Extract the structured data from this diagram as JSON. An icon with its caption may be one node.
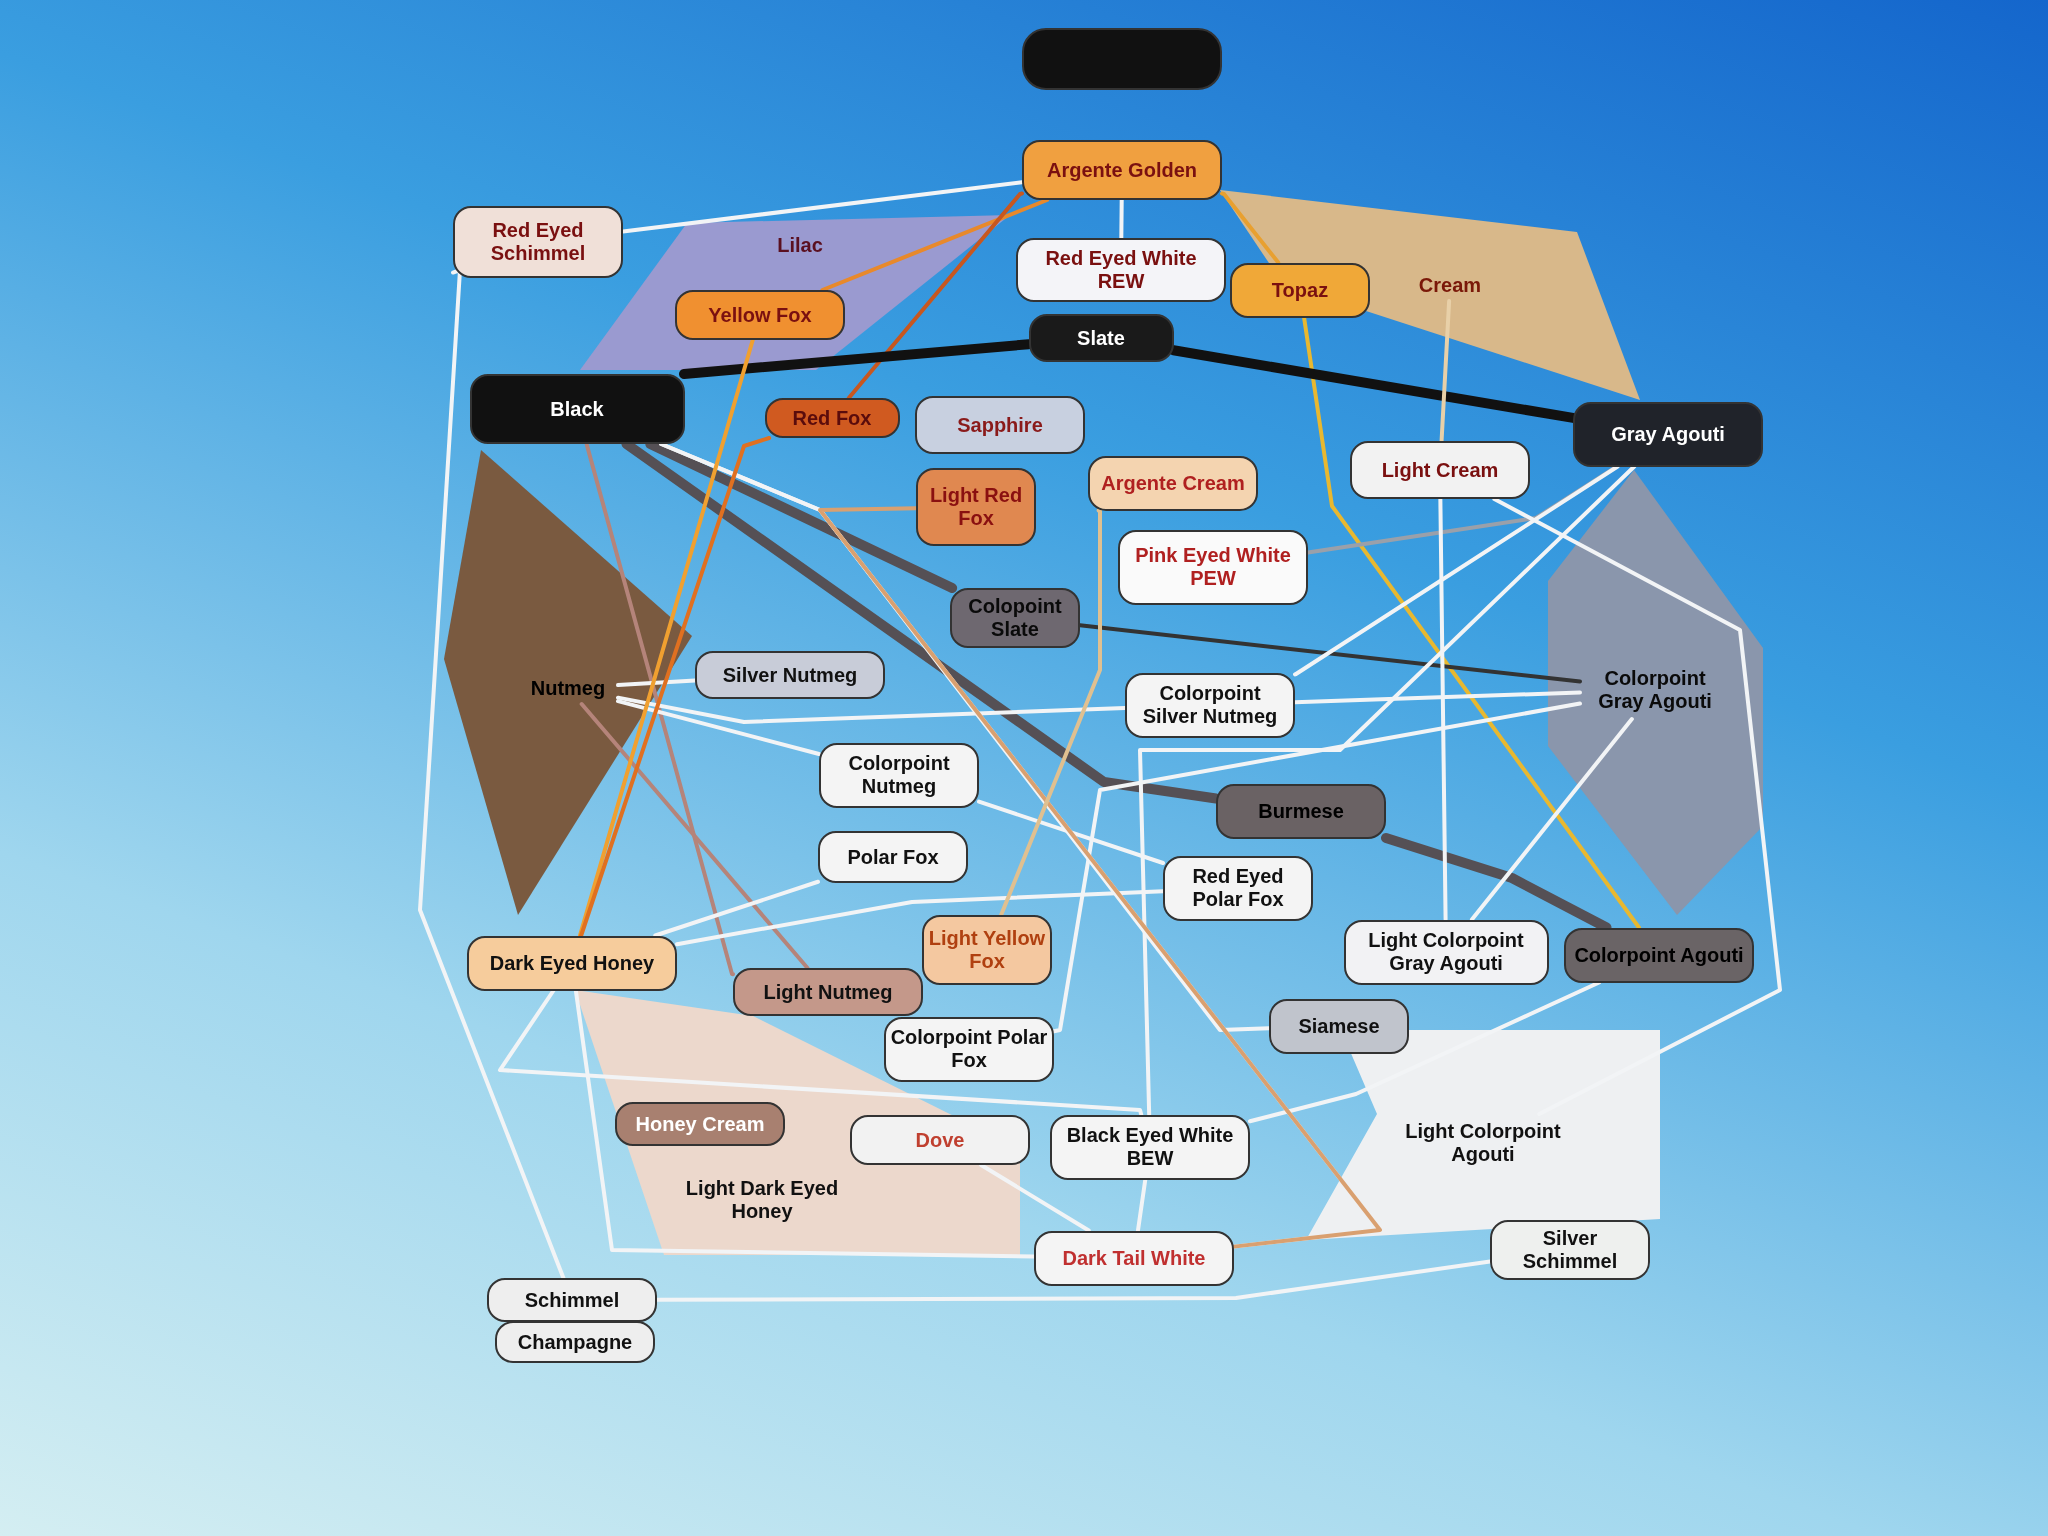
{
  "diagram": {
    "nodes": [
      {
        "text": [],
        "shape": "box"
      },
      {
        "text": [
          "Argente Golden"
        ]
      },
      {
        "text": [
          "Red Eyed Schimmel"
        ]
      },
      {
        "text": [
          "Lilac"
        ]
      },
      {
        "text": [
          "Red Eyed White REW"
        ]
      },
      {
        "text": [
          "Cream"
        ]
      },
      {
        "text": [
          "Yellow Fox"
        ]
      },
      {
        "text": [
          "Topaz"
        ]
      },
      {
        "text": [
          "Slate"
        ]
      },
      {
        "text": [
          "Black"
        ]
      },
      {
        "text": [
          "Red Fox"
        ]
      },
      {
        "text": [
          "Sapphire"
        ]
      },
      {
        "text": [
          "Gray Agouti"
        ]
      },
      {
        "text": [
          "Light Cream"
        ]
      },
      {
        "text": [
          "Argente Cream"
        ]
      },
      {
        "text": [
          "Light Red Fox"
        ]
      },
      {
        "text": [
          "Pink Eyed White PEW"
        ]
      },
      {
        "text": [
          "Colopoint Slate"
        ]
      },
      {
        "text": [
          "Colorpoint Gray Agouti"
        ]
      },
      {
        "text": [
          "Nutmeg"
        ]
      },
      {
        "text": [
          "Silver Nutmeg"
        ]
      },
      {
        "text": [
          "Colorpoint Silver Nutmeg"
        ]
      },
      {
        "text": [
          "Colorpoint Nutmeg"
        ]
      },
      {
        "text": [
          "Burmese"
        ]
      },
      {
        "text": [
          "Polar Fox"
        ]
      },
      {
        "text": [
          "Red Eyed Polar Fox"
        ]
      },
      {
        "text": [
          "Light Yellow Fox"
        ]
      },
      {
        "text": [
          "Light Colorpoint Gray Agouti"
        ]
      },
      {
        "text": [
          "Colorpoint Agouti"
        ]
      },
      {
        "text": [
          "Dark Eyed Honey"
        ]
      },
      {
        "text": [
          "Light Nutmeg"
        ]
      },
      {
        "text": [
          "Siamese"
        ]
      },
      {
        "text": [
          "Colorpoint Polar Fox"
        ]
      },
      {
        "text": [
          "Honey Cream"
        ]
      },
      {
        "text": [
          "Dove"
        ]
      },
      {
        "text": [
          "Black Eyed White BEW"
        ]
      },
      {
        "text": [
          "Light Colorpoint Agouti"
        ]
      },
      {
        "text": [
          "Light Dark Eyed Honey"
        ]
      },
      {
        "text": [
          "Silver Schimmel"
        ]
      },
      {
        "text": [
          "Dark Tail White"
        ]
      },
      {
        "text": [
          "Schimmel"
        ]
      },
      {
        "text": [
          "Champagne"
        ]
      }
    ],
    "edges": [
      {
        "from": 1,
        "to": 2,
        "arrow": "none"
      },
      {
        "from": 1,
        "to": 6,
        "arrow": "none",
        "color": "#e8892b"
      },
      {
        "from": 1,
        "to": 10,
        "arrow": "none",
        "color": "#c8571f"
      },
      {
        "from": 1,
        "to": 7,
        "arrow": "none",
        "color": "#e8a030"
      },
      {
        "from": 1,
        "to": 4,
        "arrow": "none"
      },
      {
        "from": 7,
        "to": 28,
        "arrow": "none",
        "color": "#e8b830"
      },
      {
        "from": 9,
        "to": 8,
        "arrow": "none",
        "style": "thick",
        "color": "#111111"
      },
      {
        "from": 8,
        "to": 12,
        "arrow": "none",
        "style": "thick",
        "color": "#111111"
      },
      {
        "from": 9,
        "to": 17,
        "arrow": "none",
        "style": "thick",
        "color": "#555055"
      },
      {
        "from": 9,
        "to": 23,
        "arrow": "none",
        "style": "thick",
        "color": "#555055"
      },
      {
        "from": 23,
        "to": 28,
        "arrow": "none",
        "style": "thick",
        "color": "#555055"
      },
      {
        "from": 17,
        "to": 18,
        "arrow": "none",
        "color": "#333333"
      },
      {
        "from": 9,
        "to": 30,
        "arrow": "none",
        "color": "#b5847a"
      },
      {
        "from": 9,
        "to": 39,
        "arrow": "none"
      },
      {
        "from": 9,
        "to": 31,
        "arrow": "none"
      },
      {
        "from": 12,
        "to": 16,
        "arrow": "none",
        "color": "#9aa0aa"
      },
      {
        "from": 12,
        "to": 35,
        "arrow": "none"
      },
      {
        "from": 12,
        "to": 21,
        "arrow": "none"
      },
      {
        "from": 13,
        "to": 27,
        "arrow": "none"
      },
      {
        "from": 13,
        "to": 36,
        "arrow": "none"
      },
      {
        "from": 18,
        "to": 21,
        "arrow": "none"
      },
      {
        "from": 18,
        "to": 27,
        "arrow": "none"
      },
      {
        "from": 19,
        "to": 20,
        "arrow": "none"
      },
      {
        "from": 19,
        "to": 22,
        "arrow": "none"
      },
      {
        "from": 19,
        "to": 21,
        "arrow": "none"
      },
      {
        "from": 19,
        "to": 30,
        "arrow": "none",
        "color": "#b5847a"
      },
      {
        "from": 22,
        "to": 25,
        "arrow": "none"
      },
      {
        "from": 24,
        "to": 29,
        "arrow": "none"
      },
      {
        "from": 25,
        "to": 29,
        "arrow": "none"
      },
      {
        "from": 29,
        "to": 6,
        "arrow": "none",
        "color": "#f0a030"
      },
      {
        "from": 29,
        "to": 10,
        "arrow": "none",
        "color": "#e07020"
      },
      {
        "from": 29,
        "to": 35,
        "arrow": "none"
      },
      {
        "from": 29,
        "to": 39,
        "arrow": "none"
      },
      {
        "from": 32,
        "to": 18,
        "arrow": "none"
      },
      {
        "from": 28,
        "to": 35,
        "arrow": "none"
      },
      {
        "from": 35,
        "to": 39,
        "arrow": "none"
      },
      {
        "from": 34,
        "to": 39,
        "arrow": "none"
      },
      {
        "from": 40,
        "to": 38,
        "arrow": "none"
      },
      {
        "from": 2,
        "to": 40,
        "arrow": "none"
      },
      {
        "from": 15,
        "to": 39,
        "arrow": "none",
        "color": "#d9a070"
      },
      {
        "from": 14,
        "to": 26,
        "arrow": "none",
        "color": "#e0c090"
      },
      {
        "from": 5,
        "to": 13,
        "arrow": "none",
        "color": "#e8d0a8"
      }
    ]
  }
}
